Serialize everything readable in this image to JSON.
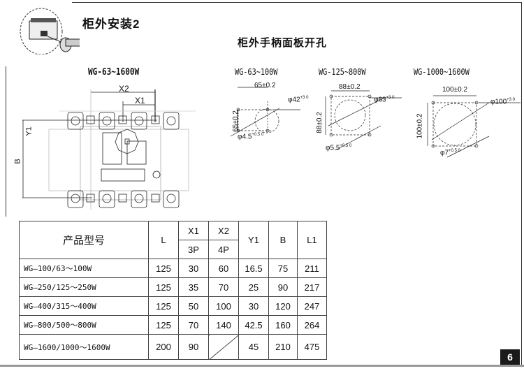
{
  "header": {
    "title": "柜外安装2",
    "subtitle": "柜外手柄面板开孔"
  },
  "breaker_drawing": {
    "label": "WG-63~1600W",
    "dims": {
      "x2": "X2",
      "x1": "X1",
      "y1": "Y1",
      "b": "B"
    }
  },
  "cutouts": [
    {
      "label": "WG-63~100W",
      "width": "65±0.2",
      "height": "65±0.2",
      "hole": "φ42",
      "hole_tol": "+3 0",
      "screw": "φ4.5",
      "screw_tol": "+0.5 0"
    },
    {
      "label": "WG-125~800W",
      "width": "88±0.2",
      "height": "88±0.2",
      "hole": "φ63",
      "hole_tol": "+3 0",
      "screw": "φ5.5",
      "screw_tol": "+0.5 0"
    },
    {
      "label": "WG-1000~1600W",
      "width": "100±0.2",
      "height": "100±0.2",
      "hole": "φ100",
      "hole_tol": "+3 0",
      "screw": "φ7",
      "screw_tol": "+0.5 0"
    }
  ],
  "table": {
    "headers": {
      "model": "产品型号",
      "L": "L",
      "X1": "X1",
      "X2": "X2",
      "sub3": "3P",
      "sub4": "4P",
      "Y1": "Y1",
      "B": "B",
      "L1": "L1"
    },
    "rows": [
      {
        "model": "WG—100/63～100W",
        "L": "125",
        "X1": "30",
        "X2": "60",
        "Y1": "16.5",
        "B": "75",
        "L1": "211"
      },
      {
        "model": "WG—250/125～250W",
        "L": "125",
        "X1": "35",
        "X2": "70",
        "Y1": "25",
        "B": "90",
        "L1": "217"
      },
      {
        "model": "WG—400/315～400W",
        "L": "125",
        "X1": "50",
        "X2": "100",
        "Y1": "30",
        "B": "120",
        "L1": "247"
      },
      {
        "model": "WG—800/500～800W",
        "L": "125",
        "X1": "70",
        "X2": "140",
        "Y1": "42.5",
        "B": "160",
        "L1": "264"
      },
      {
        "model": "WG—1600/1000～1600W",
        "L": "200",
        "X1": "90",
        "X2": "",
        "Y1": "45",
        "B": "210",
        "L1": "475"
      }
    ]
  },
  "page_number": "6"
}
